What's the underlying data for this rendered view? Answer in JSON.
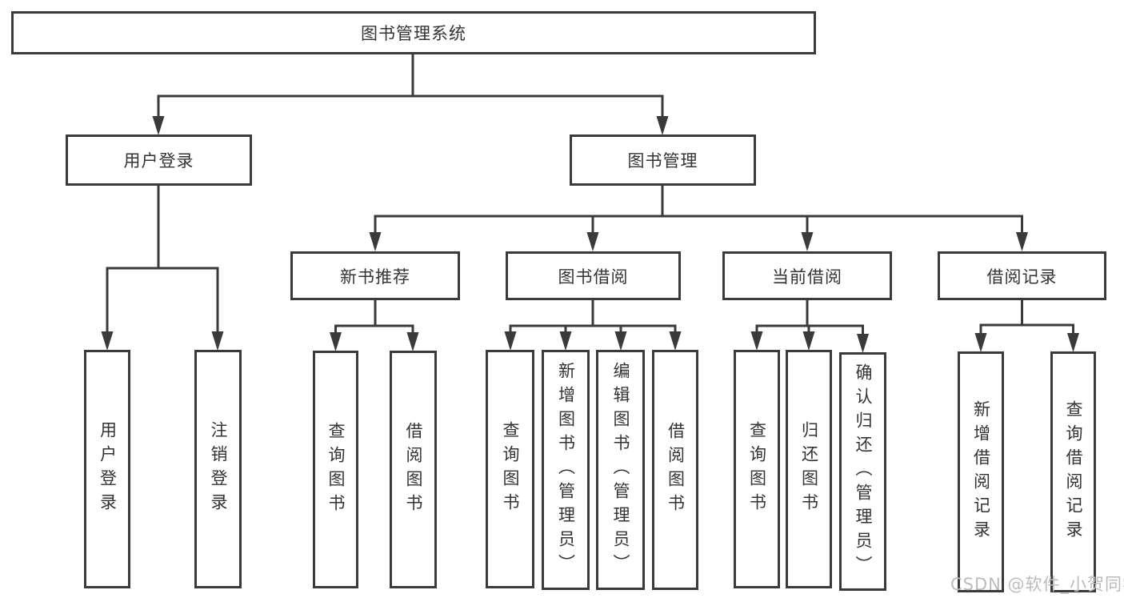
{
  "diagram_title": "图书管理系统",
  "tree": {
    "root": {
      "label": "图书管理系统",
      "children": [
        {
          "label": "用户登录",
          "children": [
            {
              "label": "用户登录"
            },
            {
              "label": "注销登录"
            }
          ]
        },
        {
          "label": "图书管理",
          "children": [
            {
              "label": "新书推荐",
              "children": [
                {
                  "label": "查询图书"
                },
                {
                  "label": "借阅图书"
                }
              ]
            },
            {
              "label": "图书借阅",
              "children": [
                {
                  "label": "查询图书"
                },
                {
                  "label": "新增图书（管理员）"
                },
                {
                  "label": "编辑图书（管理员）"
                },
                {
                  "label": "借阅图书"
                }
              ]
            },
            {
              "label": "当前借阅",
              "children": [
                {
                  "label": "查询图书"
                },
                {
                  "label": "归还图书"
                },
                {
                  "label": "确认归还（管理员）"
                }
              ]
            },
            {
              "label": "借阅记录",
              "children": [
                {
                  "label": "新增借阅记录"
                },
                {
                  "label": "查询借阅记录"
                }
              ]
            }
          ]
        }
      ]
    }
  },
  "watermark": {
    "text": "CSDN @软件_小贺同学"
  },
  "colors": {
    "line": "#3a3a3a",
    "text": "#333333",
    "watermark": "#bcbcbc",
    "background": "#ffffff"
  }
}
